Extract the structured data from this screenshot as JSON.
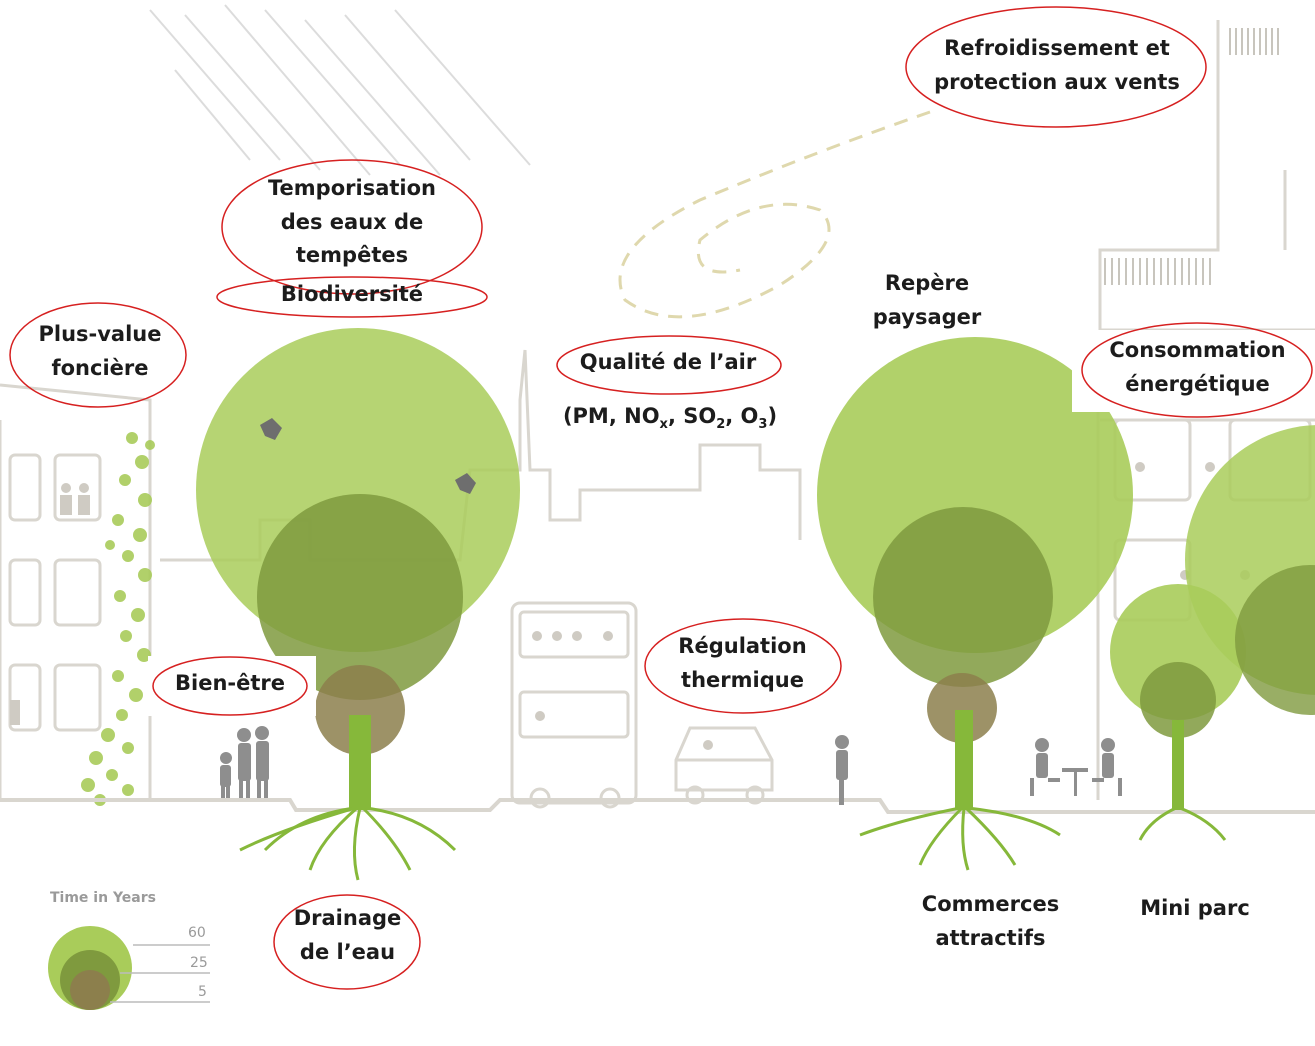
{
  "labels": {
    "refroidissement": [
      "Refroidissement et",
      "protection aux vents"
    ],
    "temporisation": [
      "Temporisation",
      "des eaux de",
      "tempêtes"
    ],
    "biodiversite": "Biodiversité",
    "plus_value": [
      "Plus-value",
      "foncière"
    ],
    "qualite_air": "Qualité de l’air",
    "pollutants": {
      "open": "(PM, NO",
      "nox_sub": "x",
      "mid1": ", SO",
      "so2_sub": "2",
      "mid2": ", O",
      "o3_sub": "3",
      "close": ")"
    },
    "repere": [
      "Repère",
      "paysager"
    ],
    "consommation": [
      "Consommation",
      "énergétique"
    ],
    "bien_etre": "Bien-être",
    "regulation": [
      "Régulation",
      "thermique"
    ],
    "drainage": [
      "Drainage",
      "de l’eau"
    ],
    "commerces": [
      "Commerces",
      "attractifs"
    ],
    "mini_parc": "Mini parc"
  },
  "legend": {
    "title": "Time in Years",
    "values": [
      "60",
      "25",
      "5"
    ]
  },
  "colors": {
    "canopy_60": "#a9cc5a",
    "canopy_25": "#7f9a3e",
    "canopy_5": "#8c7f4c",
    "trunk": "#86b83a",
    "buildings": "#d9d6cf",
    "ellipse": "#d62020"
  }
}
